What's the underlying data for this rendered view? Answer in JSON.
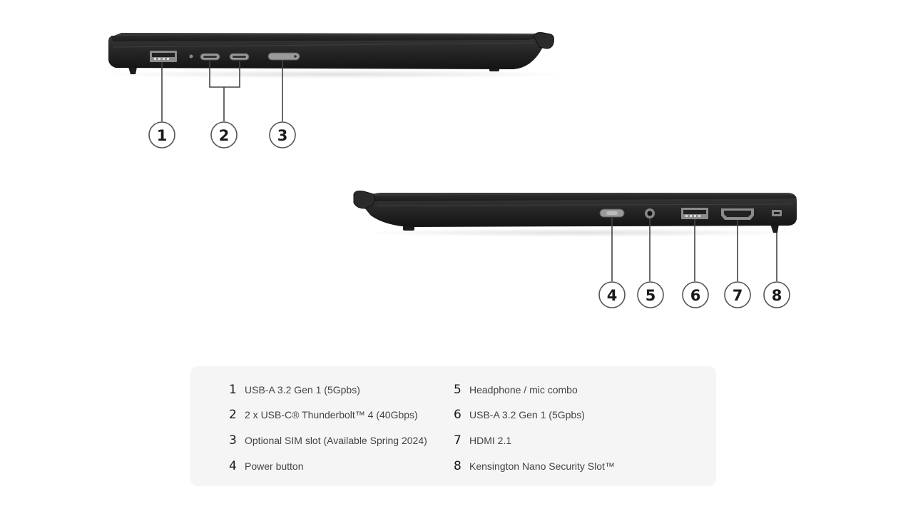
{
  "colors": {
    "chassis": "#2b2b2b",
    "chassis_dark": "#1c1c1c",
    "port": "#9a9a9a",
    "callout_line": "#444444",
    "legend_bg": "#f5f5f5"
  },
  "callouts": [
    {
      "number": "1",
      "port": "USB-A 3.2 Gen 1 (5Gpbs)"
    },
    {
      "number": "2",
      "port": "2 x USB-C® Thunderbolt™ 4 (40Gbps)"
    },
    {
      "number": "3",
      "port": "Optional SIM slot (Available Spring 2024)"
    },
    {
      "number": "4",
      "port": "Power button"
    },
    {
      "number": "5",
      "port": "Headphone / mic combo"
    },
    {
      "number": "6",
      "port": "USB-A 3.2 Gen 1 (5Gpbs)"
    },
    {
      "number": "7",
      "port": "HDMI 2.1"
    },
    {
      "number": "8",
      "port": "Kensington Nano Security Slot™"
    }
  ]
}
